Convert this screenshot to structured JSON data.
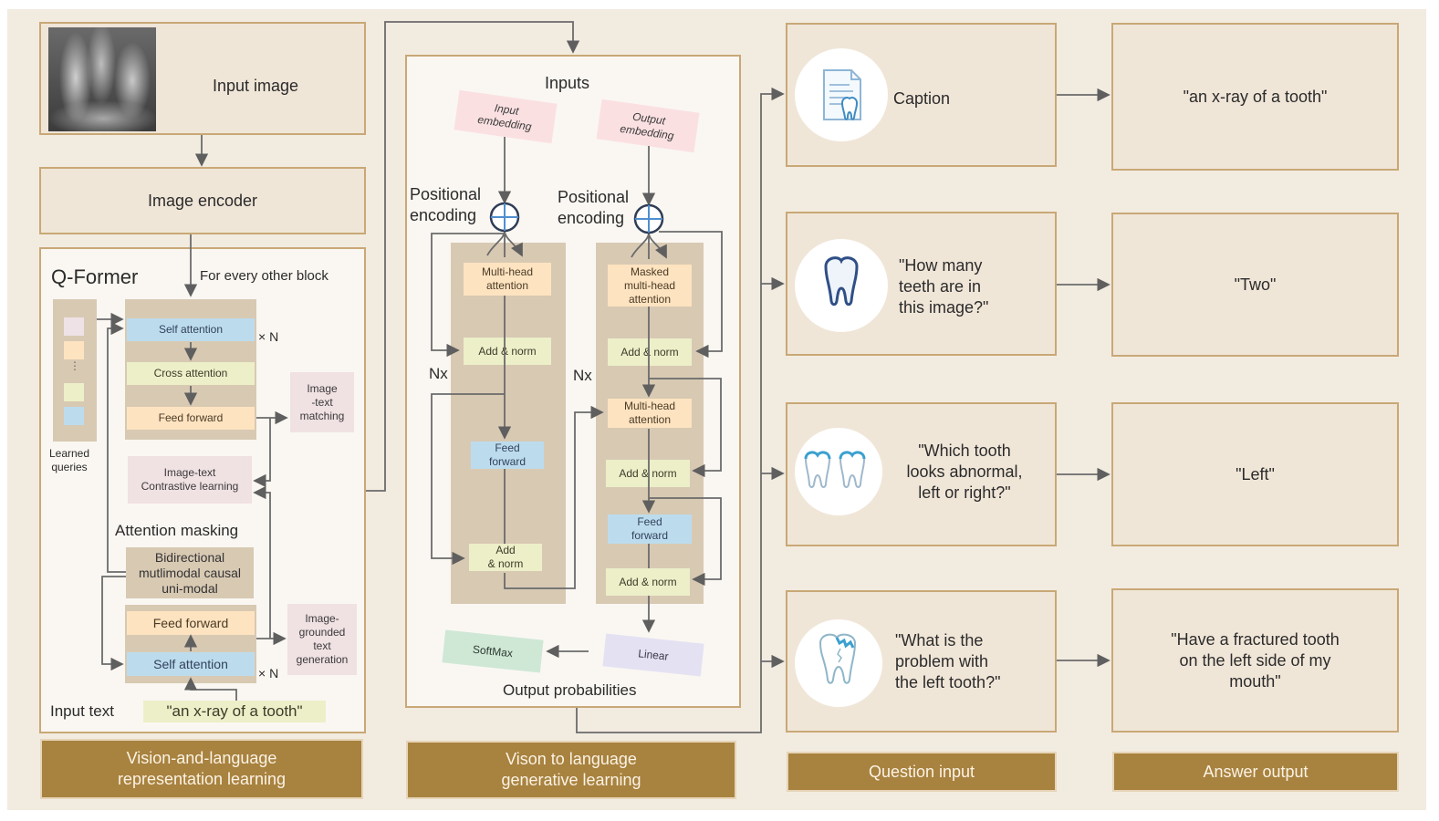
{
  "colors": {
    "background": "#f2ebe0",
    "box_fill": "#f0e6d8",
    "box_border": "#c9a876",
    "footer_fill": "#a8823f",
    "footer_text": "#fbf3e4",
    "line": "#6b6b6b",
    "blue_block": "#bcdcee",
    "green_block": "#ecefc8",
    "orange_block": "#fde3bf"
  },
  "left_panel": {
    "input_image_label": "Input image",
    "xray_icon": "dental-xray-image",
    "image_encoder_label": "Image encoder",
    "qformer": {
      "title": "Q-Former",
      "every_other_block": "For every other block",
      "learned_queries_label": "Learned\nqueries",
      "top_stack": {
        "self_attention": "Self attention",
        "cross_attention": "Cross attention",
        "feed_forward": "Feed forward",
        "repeat": "× N"
      },
      "image_text_matching": "Image\n-text\nmatching",
      "contrastive_learning": "Image-text\nContrastive learning",
      "attention_masking_title": "Attention masking",
      "masking_types": "Bidirectional\nmutlimodal causal\nuni-modal",
      "bottom_stack": {
        "feed_forward": "Feed forward",
        "self_attention": "Self attention",
        "repeat": "× N"
      },
      "image_grounded_generation": "Image-\ngrounded\ntext\ngeneration",
      "input_text_label": "Input text",
      "input_text_value": "\"an x-ray of a tooth\""
    },
    "footer": "Vision-and-language\nrepresentation learning"
  },
  "middle_panel": {
    "inputs_title": "Inputs",
    "input_embedding": "Input\nembedding",
    "output_embedding": "Output\nembedding",
    "positional_encoding_left": "Positional\nencoding",
    "positional_encoding_right": "Positional\nencoding",
    "encoder": {
      "repeat": "Nx",
      "multi_head_attention": "Multi-head\nattention",
      "add_norm_1": "Add & norm",
      "feed_forward": "Feed\nforward",
      "add_norm_2": "Add\n& norm"
    },
    "decoder": {
      "repeat": "Nx",
      "masked_attention": "Masked\nmulti-head\nattention",
      "add_norm_1": "Add & norm",
      "multi_head_attention": "Multi-head\nattention",
      "add_norm_2": "Add & norm",
      "feed_forward": "Feed\nforward",
      "add_norm_3": "Add & norm"
    },
    "softmax": "SoftMax",
    "linear": "Linear",
    "output_probabilities": "Output probabilities",
    "footer": "Vison to language\ngenerative learning"
  },
  "qa": {
    "question_footer": "Question input",
    "answer_footer": "Answer output",
    "rows": [
      {
        "icon": "document-tooth-icon",
        "question": "Caption",
        "answer": "\"an x-ray of a tooth\""
      },
      {
        "icon": "tooth-icon",
        "question": "\"How many\nteeth are in\nthis image?\"",
        "answer": "\"Two\""
      },
      {
        "icon": "two-teeth-icon",
        "question": "\"Which tooth\nlooks abnormal,\nleft  or right?\"",
        "answer": "\"Left\""
      },
      {
        "icon": "fractured-tooth-icon",
        "question": "\"What is the\nproblem with\nthe left tooth?\"",
        "answer": "\"Have a fractured tooth\non the left side of my\nmouth\""
      }
    ]
  }
}
